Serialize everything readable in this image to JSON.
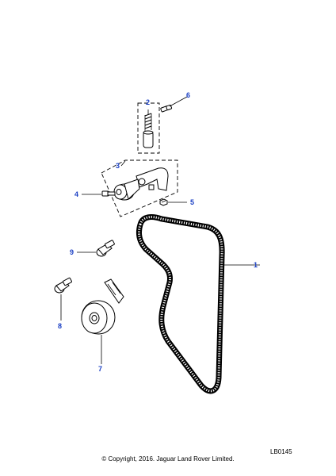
{
  "callouts": [
    {
      "id": "1",
      "label": "1"
    },
    {
      "id": "2",
      "label": "2"
    },
    {
      "id": "3",
      "label": "3"
    },
    {
      "id": "4",
      "label": "4"
    },
    {
      "id": "5",
      "label": "5"
    },
    {
      "id": "6",
      "label": "6"
    },
    {
      "id": "7",
      "label": "7"
    },
    {
      "id": "8",
      "label": "8"
    },
    {
      "id": "9",
      "label": "9"
    }
  ],
  "reference_code": "LB0145",
  "copyright": "© Copyright, 2016. Jaguar Land Rover Limited.",
  "colors": {
    "callout": "#1a3fc4",
    "line": "#000000",
    "background": "#ffffff"
  }
}
